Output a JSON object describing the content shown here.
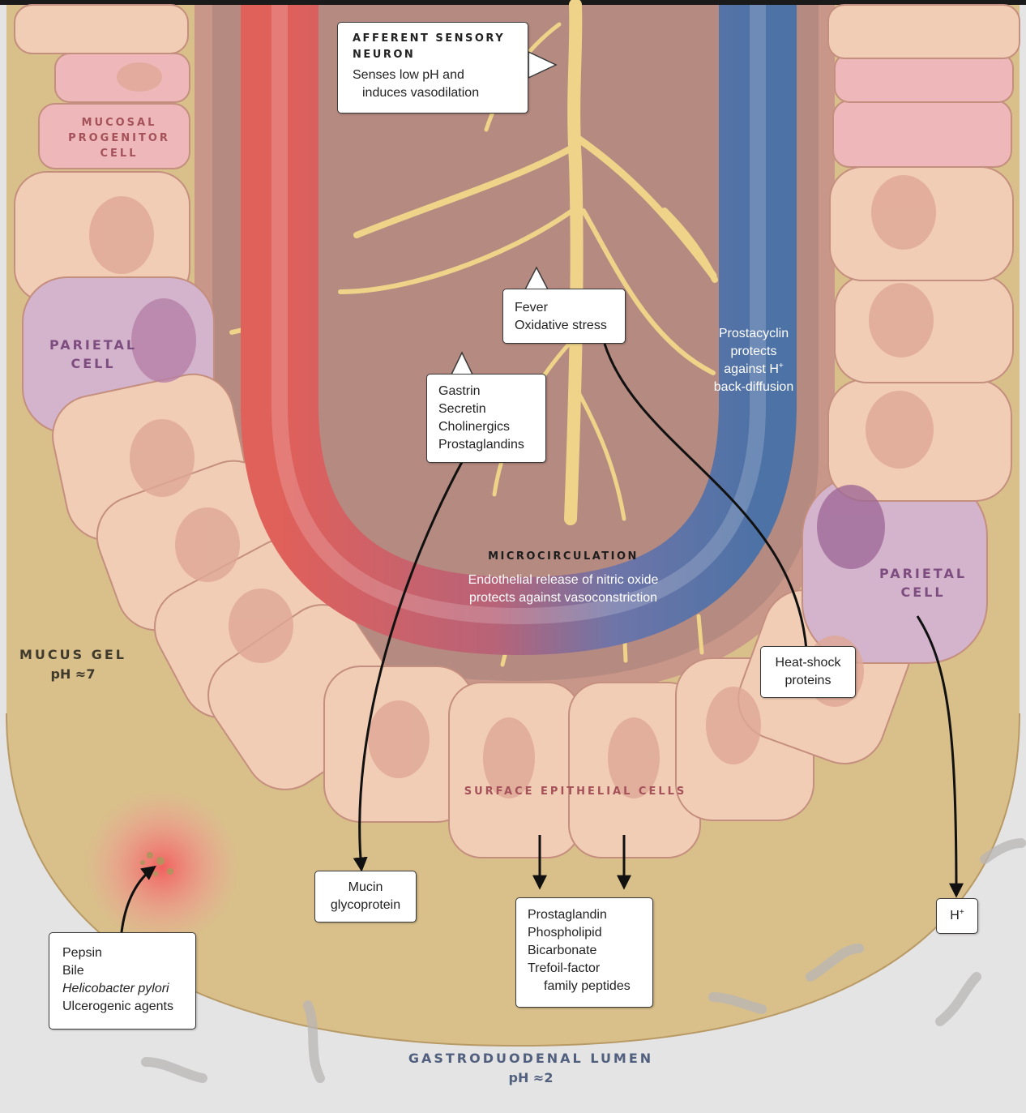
{
  "labels": {
    "mucosal_progenitor": [
      "MUCOSAL",
      "PROGENITOR",
      "CELL"
    ],
    "parietal_left": [
      "PARIETAL",
      "CELL"
    ],
    "parietal_right": [
      "PARIETAL",
      "CELL"
    ],
    "mucus_gel": [
      "MUCUS GEL",
      "pH ≈7"
    ],
    "surface_epithelial": "SURFACE EPITHELIAL CELLS",
    "lumen": [
      "GASTRODUODENAL LUMEN",
      "pH ≈2"
    ],
    "microcirculation_title": "MICROCIRCULATION",
    "microcirculation_text": [
      "Endothelial release of nitric oxide",
      "protects against vasoconstriction"
    ],
    "prostacyclin": [
      "Prostacyclin",
      "protects",
      "against H",
      "back-diffusion"
    ],
    "superscript_plus": "+"
  },
  "boxes": {
    "afferent_title": [
      "AFFERENT SENSORY",
      "NEURON"
    ],
    "afferent_text": [
      "Senses low pH and",
      "induces vasodilation"
    ],
    "fever": [
      "Fever",
      "Oxidative stress"
    ],
    "gastrin": [
      "Gastrin",
      "Secretin",
      "Cholinergics",
      "Prostaglandins"
    ],
    "heat_shock": [
      "Heat-shock",
      "proteins"
    ],
    "mucin": [
      "Mucin",
      "glycoprotein"
    ],
    "prostaglandin": [
      "Prostaglandin",
      "Phospholipid",
      "Bicarbonate",
      "Trefoil-factor",
      "family peptides"
    ],
    "h_plus": "H",
    "pepsin": [
      "Pepsin",
      "Bile",
      "Helicobacter pylori",
      "Ulcerogenic agents"
    ]
  },
  "colors": {
    "artery": "#e2625c",
    "vein": "#4d72a6",
    "neuron": "#eed389",
    "mucus": "#d9bf8a",
    "lumen": "#e5e4e4",
    "epithelial_cell": "#f2cdb5",
    "parietal_cell": "#d3b4cc",
    "progenitor_cell": "#eeb8ba",
    "label_pink": "#a4515a",
    "label_purple": "#7d4d7f",
    "label_blue": "#51607e"
  }
}
